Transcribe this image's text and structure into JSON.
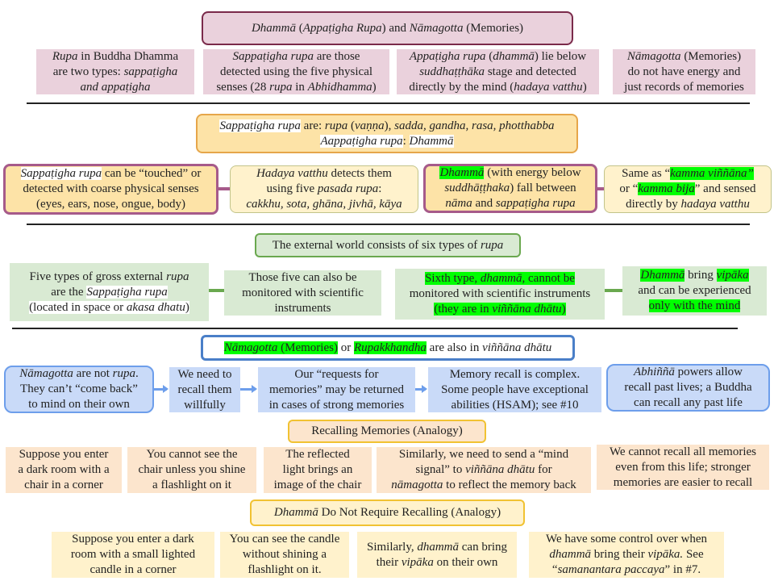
{
  "title1": [
    [
      {
        "t": "Dhammā",
        "i": 1
      },
      {
        "t": " ("
      },
      {
        "t": "Appaṭigha Rupa",
        "i": 1
      },
      {
        "t": ") and "
      },
      {
        "t": "Nāmagotta",
        "i": 1
      },
      {
        "t": " (Memories)"
      }
    ]
  ],
  "r1": [
    [
      [
        {
          "t": "Rupa",
          "i": 1
        },
        {
          "t": " in Buddha Dhamma"
        }
      ],
      [
        {
          "t": "are two types: "
        },
        {
          "t": "sappaṭigha",
          "i": 1
        }
      ],
      [
        {
          "t": "and appaṭigha",
          "i": 1
        }
      ]
    ],
    [
      [
        {
          "t": "Sappaṭigha rupa",
          "i": 1
        },
        {
          "t": " are those"
        }
      ],
      [
        {
          "t": "detected using the five physical"
        }
      ],
      [
        {
          "t": "senses (28 "
        },
        {
          "t": "rupa",
          "i": 1
        },
        {
          "t": " in "
        },
        {
          "t": "Abhidhamma",
          "i": 1
        },
        {
          "t": ")"
        }
      ]
    ],
    [
      [
        {
          "t": "Appaṭigha rupa",
          "i": 1
        },
        {
          "t": " ("
        },
        {
          "t": "dhammā",
          "i": 1
        },
        {
          "t": ") lie below"
        }
      ],
      [
        {
          "t": "suddhaṭṭhāka",
          "i": 1
        },
        {
          "t": " stage and detected"
        }
      ],
      [
        {
          "t": "directly by the mind ("
        },
        {
          "t": "hadaya vatthu",
          "i": 1
        },
        {
          "t": ")"
        }
      ]
    ],
    [
      [
        {
          "t": "Nāmagotta",
          "i": 1
        },
        {
          "t": " (Memories)"
        }
      ],
      [
        {
          "t": "do  not have energy and"
        }
      ],
      [
        {
          "t": "just records of memories"
        }
      ]
    ]
  ],
  "title2": [
    [
      {
        "t": "Sappaṭigha rupa",
        "i": 1,
        "h": "w"
      },
      {
        "t": " are: "
      },
      {
        "t": "rupa",
        "i": 1
      },
      {
        "t": " ("
      },
      {
        "t": "vaṇṇa",
        "i": 1
      },
      {
        "t": "), "
      },
      {
        "t": "sadda, gandha, rasa, photthabba",
        "i": 1
      }
    ],
    [
      {
        "t": "Aappaṭigha rupa",
        "i": 1,
        "h": "w"
      },
      {
        "t": ": "
      },
      {
        "t": "Dhammā",
        "i": 1,
        "h": "w"
      }
    ]
  ],
  "r2": [
    [
      [
        {
          "t": "Sappaṭigha rupa",
          "i": 1,
          "h": "w"
        },
        {
          "t": " can be “touched” or"
        }
      ],
      [
        {
          "t": "detected with coarse physical senses"
        }
      ],
      [
        {
          "t": "(eyes, ears, nose, ongue, body)"
        }
      ]
    ],
    [
      [
        {
          "t": "Hadaya vatthu",
          "i": 1
        },
        {
          "t": " detects them"
        }
      ],
      [
        {
          "t": "using five "
        },
        {
          "t": "pasada  rupa",
          "i": 1
        },
        {
          "t": ":"
        }
      ],
      [
        {
          "t": "cakkhu, sota, ghāna, jivhā, kāya",
          "i": 1
        }
      ]
    ],
    [
      [
        {
          "t": "Dhammā",
          "i": 1,
          "h": "g"
        },
        {
          "t": " (with energy below"
        }
      ],
      [
        {
          "t": "suddhāṭṭhaka",
          "i": 1
        },
        {
          "t": ") fall between"
        }
      ],
      [
        {
          "t": "nāma",
          "i": 1
        },
        {
          "t": " and "
        },
        {
          "t": "sappaṭigha rupa",
          "i": 1
        }
      ]
    ],
    [
      [
        {
          "t": "Same as “"
        },
        {
          "t": "kamma viññāna”",
          "i": 1,
          "h": "g"
        }
      ],
      [
        {
          "t": "or “"
        },
        {
          "t": "kamma bija",
          "i": 1,
          "h": "g"
        },
        {
          "t": "” and sensed"
        }
      ],
      [
        {
          "t": "directly by "
        },
        {
          "t": "hadaya vatthu",
          "i": 1
        }
      ]
    ]
  ],
  "title3": [
    [
      {
        "t": "The external world consists of six types of "
      },
      {
        "t": "rupa",
        "i": 1
      }
    ]
  ],
  "r3": [
    [
      [
        {
          "t": "Five types of gross external "
        },
        {
          "t": "rupa",
          "i": 1
        }
      ],
      [
        {
          "t": "are the "
        },
        {
          "t": "Sappaṭigha rupa",
          "i": 1,
          "h": "w"
        }
      ],
      [
        {
          "t": "(located in space or ",
          "h": "w"
        },
        {
          "t": "akasa dhatu",
          "i": 1,
          "h": "w"
        },
        {
          "t": ")",
          "h": "w"
        }
      ]
    ],
    [
      [
        {
          "t": "Those five can also be"
        }
      ],
      [
        {
          "t": "monitored with scientific"
        }
      ],
      [
        {
          "t": "instruments"
        }
      ]
    ],
    [
      [
        {
          "t": "Sixth type, ",
          "h": "g"
        },
        {
          "t": "dhammā,",
          "i": 1,
          "h": "g"
        },
        {
          "t": " cannot be",
          "h": "g"
        }
      ],
      [
        {
          "t": "monitored with scientific instruments"
        }
      ],
      [
        {
          "t": "(they are in ",
          "h": "g"
        },
        {
          "t": "viññāna dhātu",
          "i": 1,
          "h": "g"
        },
        {
          "t": ")",
          "h": "g"
        }
      ]
    ],
    [
      [
        {
          "t": "Dhammā",
          "i": 1,
          "h": "g"
        },
        {
          "t": " bring "
        },
        {
          "t": "vipāka",
          "i": 1,
          "h": "g"
        }
      ],
      [
        {
          "t": "and can be experienced"
        }
      ],
      [
        {
          "t": "only with the mind",
          "h": "g"
        }
      ]
    ]
  ],
  "title4": [
    [
      {
        "t": "Nāmagotta",
        "i": 1,
        "h": "g"
      },
      {
        "t": " (Memories)",
        "h": "g"
      },
      {
        "t": " or "
      },
      {
        "t": "Rupakkhandha",
        "i": 1,
        "h": "g"
      },
      {
        "t": " are also in "
      },
      {
        "t": "viññāna dhātu",
        "i": 1
      }
    ]
  ],
  "r4": [
    [
      [
        {
          "t": "Nāmagotta",
          "i": 1
        },
        {
          "t": " are not "
        },
        {
          "t": "rupa",
          "i": 1
        },
        {
          "t": "."
        }
      ],
      [
        {
          "t": "They can’t “come back”"
        }
      ],
      [
        {
          "t": "to mind on their own"
        }
      ]
    ],
    [
      [
        {
          "t": "We need to"
        }
      ],
      [
        {
          "t": "recall them"
        }
      ],
      [
        {
          "t": "willfully"
        }
      ]
    ],
    [
      [
        {
          "t": "Our “requests for"
        }
      ],
      [
        {
          "t": "memories” may be returned"
        }
      ],
      [
        {
          "t": "in cases of strong memories"
        }
      ]
    ],
    [
      [
        {
          "t": "Memory recall is complex."
        }
      ],
      [
        {
          "t": "Some people have exceptional"
        }
      ],
      [
        {
          "t": "abilities (HSAM); see #10"
        }
      ]
    ],
    [
      [
        {
          "t": "Abhiññā",
          "i": 1
        },
        {
          "t": " powers allow"
        }
      ],
      [
        {
          "t": "recall past lives; a Buddha"
        }
      ],
      [
        {
          "t": "can recall any past life"
        }
      ]
    ]
  ],
  "title5": [
    [
      {
        "t": "Recalling Memories (Analogy)"
      }
    ]
  ],
  "r5": [
    [
      [
        {
          "t": "Suppose you enter"
        }
      ],
      [
        {
          "t": "a dark room with a"
        }
      ],
      [
        {
          "t": "chair in a corner"
        }
      ]
    ],
    [
      [
        {
          "t": "You cannot see the"
        }
      ],
      [
        {
          "t": "chair unless you shine"
        }
      ],
      [
        {
          "t": "a flashlight on it"
        }
      ]
    ],
    [
      [
        {
          "t": "The reflected"
        }
      ],
      [
        {
          "t": "light brings an"
        }
      ],
      [
        {
          "t": "image of the chair"
        }
      ]
    ],
    [
      [
        {
          "t": "Similarly, we need to send a “mind"
        }
      ],
      [
        {
          "t": "signal” to "
        },
        {
          "t": "viññāna dhātu",
          "i": 1
        },
        {
          "t": " for"
        }
      ],
      [
        {
          "t": "nāmagotta",
          "i": 1
        },
        {
          "t": " to reflect the memory back"
        }
      ]
    ],
    [
      [
        {
          "t": "We cannot recall all memories"
        }
      ],
      [
        {
          "t": "even from this life; stronger"
        }
      ],
      [
        {
          "t": "memories are easier to recall"
        }
      ]
    ]
  ],
  "title6": [
    [
      {
        "t": "Dhammā",
        "i": 1
      },
      {
        "t": " Do Not Require Recalling (Analogy)"
      }
    ]
  ],
  "r6": [
    [
      [
        {
          "t": "Suppose you enter a dark"
        }
      ],
      [
        {
          "t": "room with a small lighted"
        }
      ],
      [
        {
          "t": "candle in a corner"
        }
      ]
    ],
    [
      [
        {
          "t": "You can see the candle"
        }
      ],
      [
        {
          "t": "without shining a"
        }
      ],
      [
        {
          "t": "flashlight on it."
        }
      ]
    ],
    [
      [
        {
          "t": "Similarly, "
        },
        {
          "t": "dhammā",
          "i": 1
        },
        {
          "t": " can bring"
        }
      ],
      [
        {
          "t": "their "
        },
        {
          "t": "vipāka",
          "i": 1
        },
        {
          "t": " on their own"
        }
      ]
    ],
    [
      [
        {
          "t": "We have some control over when"
        }
      ],
      [
        {
          "t": "dhammā",
          "i": 1
        },
        {
          "t": " bring their "
        },
        {
          "t": "vipāka.",
          "i": 1
        },
        {
          "t": " See"
        }
      ],
      [
        {
          "t": "“"
        },
        {
          "t": "samanantara paccaya",
          "i": 1
        },
        {
          "t": "” in #7."
        }
      ]
    ]
  ],
  "colors": {
    "pink": "#ead1dc",
    "orange": "#fde3a7",
    "green": "#d9ead3",
    "blue": "#c9daf8",
    "peach": "#fce5cd",
    "yellow": "#fff2cc",
    "highlight": "#00ff00"
  }
}
